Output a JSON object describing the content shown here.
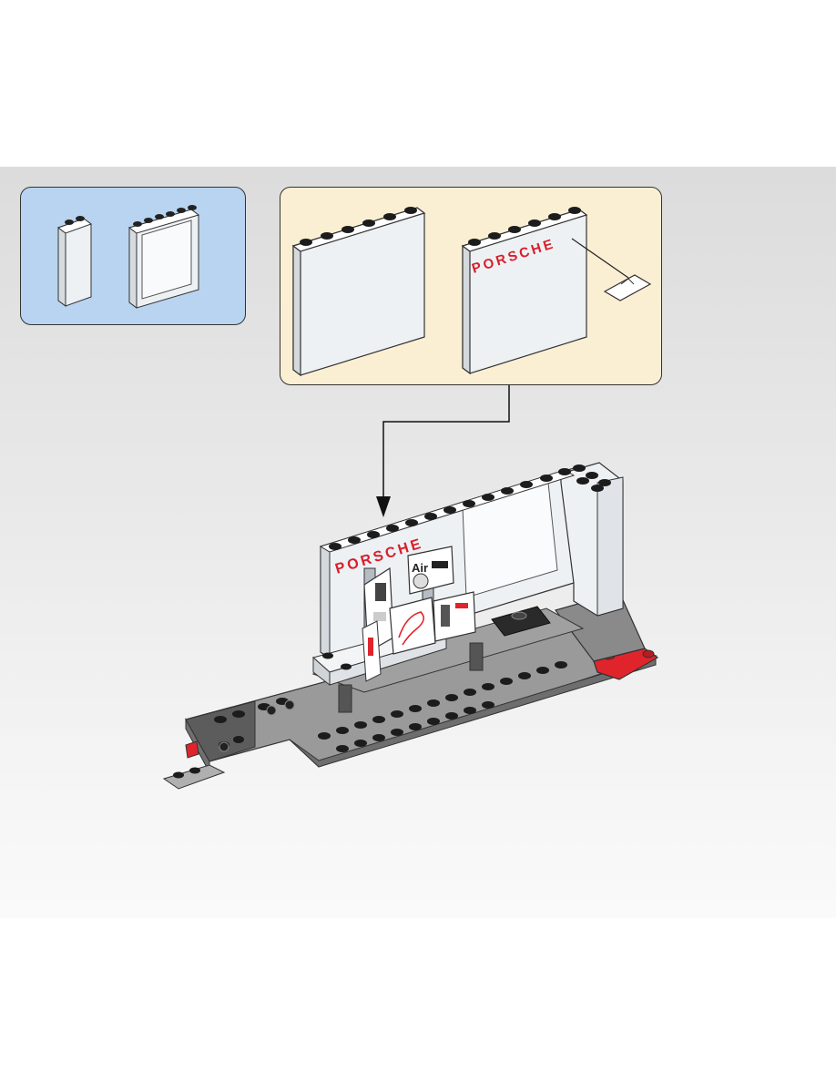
{
  "step": {
    "logo_text": "PORSCHE",
    "sticker_air_label": "Air"
  },
  "colors": {
    "parts_box_bg": "#b8d4f0",
    "subassembly_box_bg": "#fbefd3",
    "brick_white": "#f2f4f6",
    "brick_gray": "#8e8e8e",
    "stud_black": "#1c1c1c",
    "accent_red": "#e0242c"
  },
  "parts_list": [
    {
      "name": "white-brick-1x2x5"
    },
    {
      "name": "white-frame-panel-1x6x5"
    }
  ],
  "icons": [
    "arrow-down-icon",
    "sticker-icon"
  ]
}
